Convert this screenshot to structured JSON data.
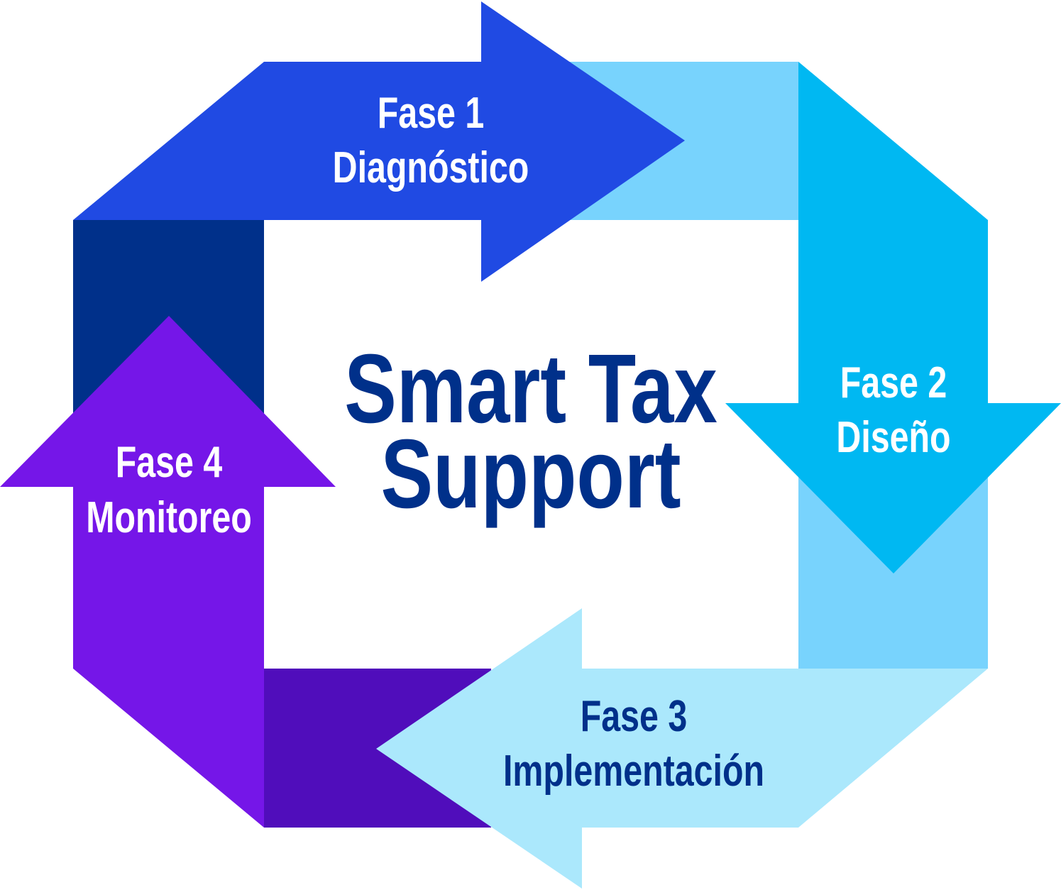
{
  "title": [
    "Smart Tax",
    "Support"
  ],
  "phases": [
    {
      "phase": "Fase 1",
      "name": "Diagnóstico",
      "color": "#204AE3",
      "text_color": "#FFFFFF"
    },
    {
      "phase": "Fase 2",
      "name": "Diseño",
      "color": "#00B8F2",
      "text_color": "#FFFFFF"
    },
    {
      "phase": "Fase 3",
      "name": "Implementación",
      "color": "#ABE8FC",
      "text_color": "#00308A"
    },
    {
      "phase": "Fase 4",
      "name": "Monitoreo",
      "color": "#7516E8",
      "text_color": "#FFFFFF"
    }
  ],
  "colors": {
    "title": "#00308A",
    "connector_navy": "#00308A",
    "connector_light_blue": "#78D3FD",
    "connector_purple": "#500DBB"
  }
}
